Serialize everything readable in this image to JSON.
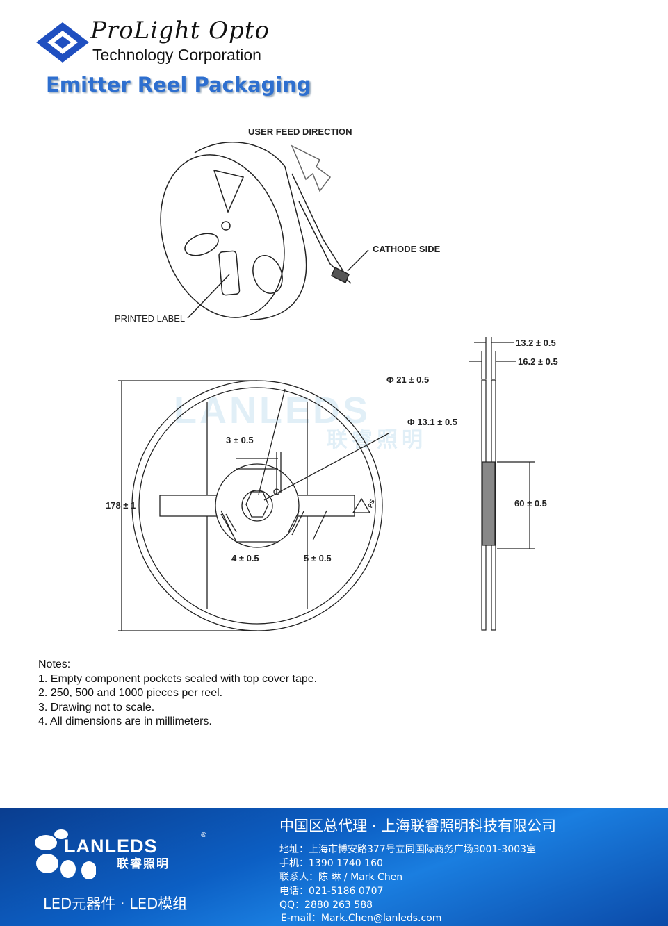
{
  "header": {
    "logo_line1": "ProLight Opto",
    "logo_line2": "Technology Corporation",
    "title": "Emitter Reel Packaging"
  },
  "diagram_labels": {
    "user_feed_direction": "USER FEED DIRECTION",
    "cathode_side": "CATHODE SIDE",
    "printed_label": "PRINTED LABEL",
    "dim_hub_outer": "Φ 21 ± 0.5",
    "dim_hub_inner": "Φ 13.1 ± 0.5",
    "dim_slot": "3 ± 0.5",
    "dim_diameter": "178 ± 1",
    "dim_left_spoke": "4 ± 0.5",
    "dim_right_spoke": "5 ± 0.5",
    "dim_inner_width": "13.2 ± 0.5",
    "dim_outer_width": "16.2 ± 0.5",
    "dim_hub_diameter": "60 ± 0.5",
    "recycle_mark": "PS"
  },
  "watermark": {
    "brand": "LANLEDS",
    "brand_cn": "联睿照明"
  },
  "notes": {
    "heading": "Notes:",
    "items": [
      "1. Empty component pockets sealed with top cover tape.",
      "2. 250, 500 and 1000 pieces per reel.",
      "3. Drawing not to scale.",
      "4. All dimensions are in millimeters."
    ]
  },
  "footer": {
    "brand": "LANLEDS",
    "brand_cn": "联睿照明",
    "registered": "®",
    "tagline": "LED元器件 · LED模组",
    "company": "中国区总代理 · 上海联睿照明科技有限公司",
    "address": "地址：上海市博安路377号立同国际商务广场3001-3003室",
    "mobile": "手机：1390 1740 160",
    "contact": "联系人：陈 琳 / Mark Chen",
    "phone": "电话：021-5186 0707",
    "qq": "QQ：2880 263 588",
    "email": "E-mail：Mark.Chen@lanleds.com"
  }
}
